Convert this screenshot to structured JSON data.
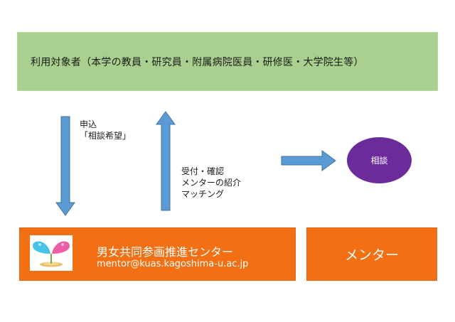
{
  "users": {
    "label": "利用対象者（本学の教員・研究員・附属病院医員・研修医・大学院生等）"
  },
  "apply": {
    "line1": "申込",
    "line2": "「相談希望」"
  },
  "reception": {
    "line1": "受付・確認",
    "line2": "メンターの紹介",
    "line3": "マッチング"
  },
  "consult": {
    "label": "相談"
  },
  "center": {
    "name": "男女共同参画推進センター",
    "email": "mentor@kuas.kagoshima-u.ac.jp"
  },
  "mentor": {
    "label": "メンター"
  },
  "colors": {
    "users_bg": "#a9d08e",
    "orange": "#f26f14",
    "purple": "#6c2b9a",
    "arrow_blue": "#5b9bd5"
  },
  "icons": {
    "down_arrow": "arrow-down-icon",
    "up_arrow": "arrow-up-icon",
    "right_arrow": "arrow-right-icon",
    "logo": "sprout-logo-icon"
  }
}
